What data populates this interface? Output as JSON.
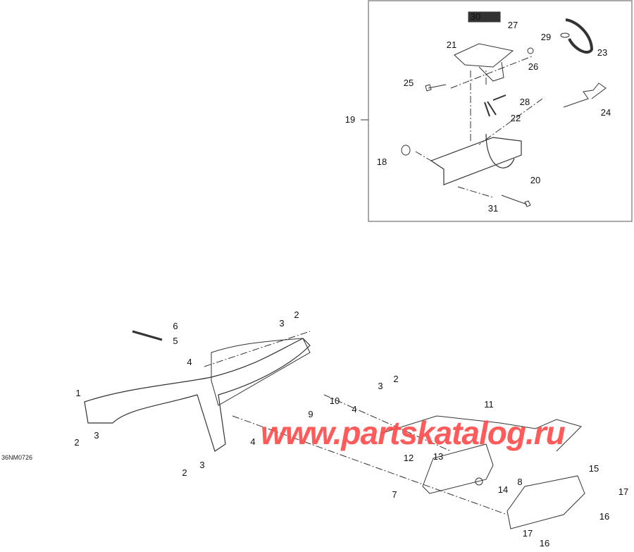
{
  "diagram_id": "36NM0726",
  "watermark": "www.partskatalog.ru",
  "inset_callouts": [
    "30",
    "27",
    "21",
    "29",
    "23",
    "26",
    "25",
    "28",
    "22",
    "24",
    "19",
    "18",
    "20",
    "31"
  ],
  "main_callouts": [
    "6",
    "5",
    "2",
    "3",
    "4",
    "2",
    "3",
    "1",
    "10",
    "9",
    "4",
    "11",
    "13",
    "12",
    "3",
    "2",
    "4",
    "3",
    "2",
    "15",
    "8",
    "14",
    "7",
    "17",
    "16",
    "17",
    "16"
  ],
  "colors": {
    "line": "#333333",
    "watermark": "#ff4a4a",
    "frame": "#555555"
  }
}
